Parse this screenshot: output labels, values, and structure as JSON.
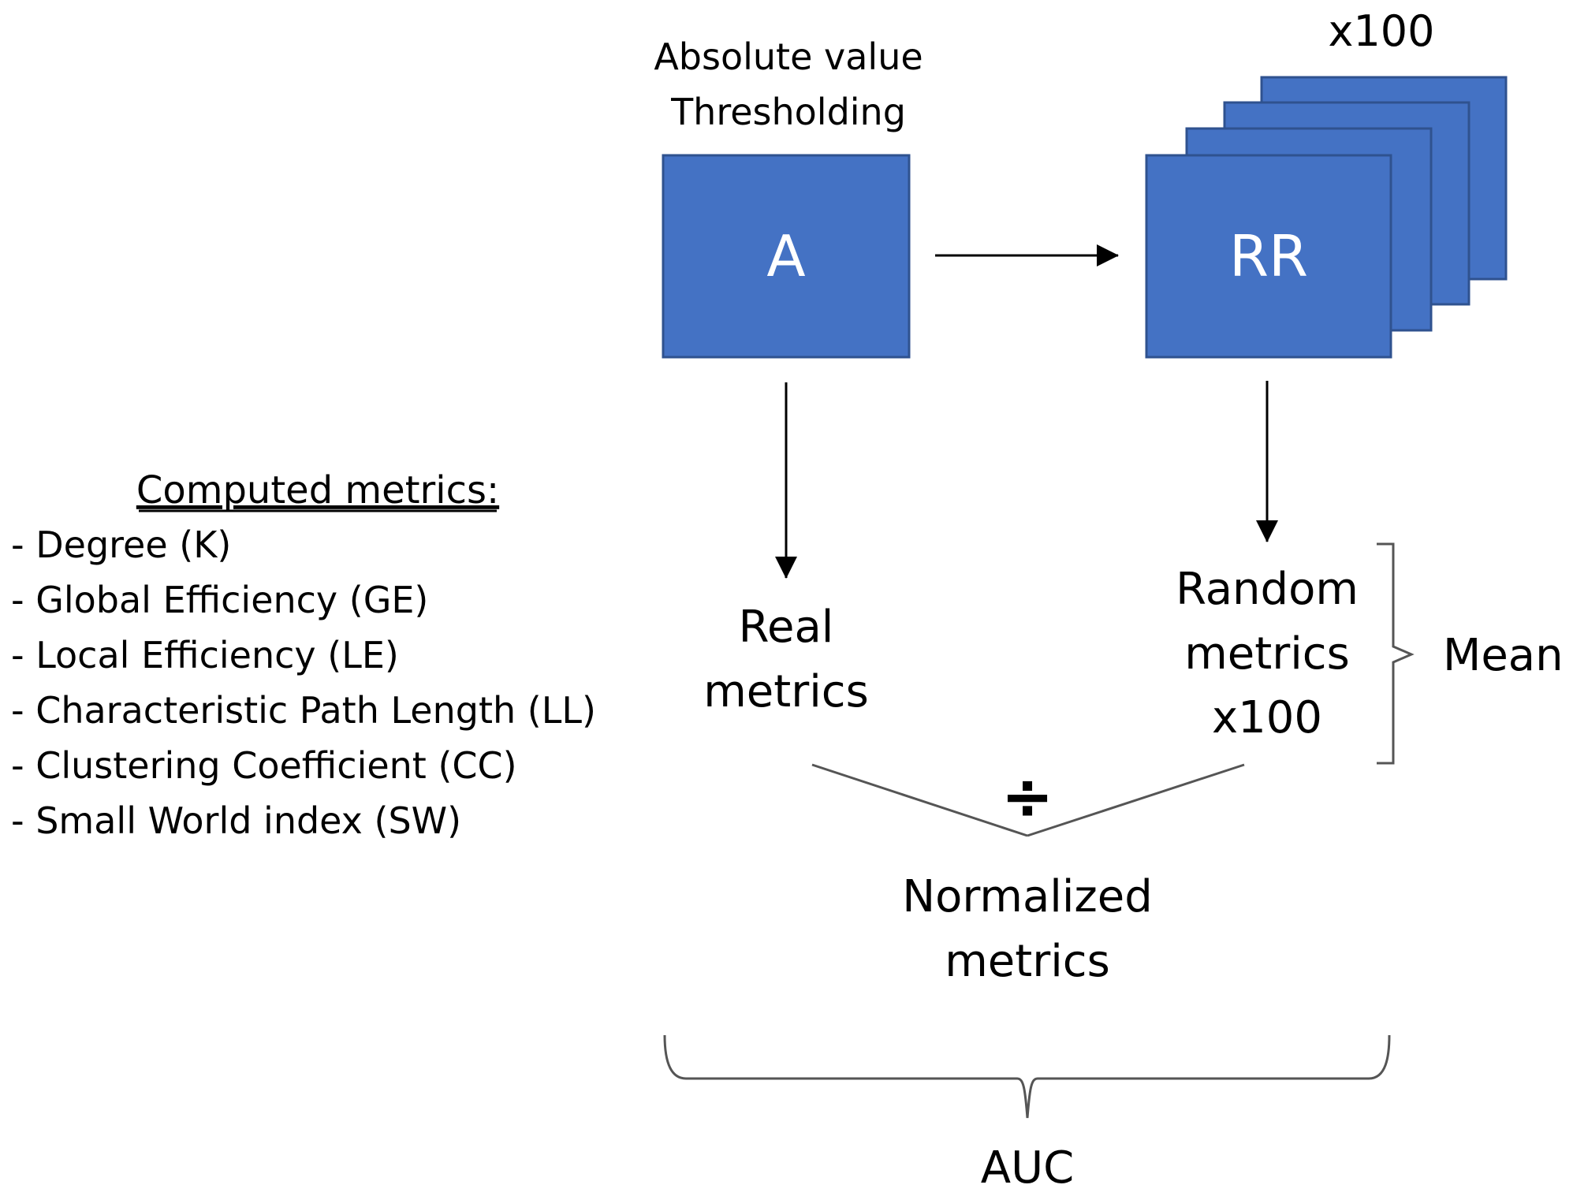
{
  "threshold_label": {
    "line1": "Absolute value",
    "line2": "Thresholding"
  },
  "box_a_label": "A",
  "box_rr_label": "RR",
  "stack_count_label": "x100",
  "real_metrics": {
    "line1": "Real",
    "line2": "metrics"
  },
  "random_metrics": {
    "line1": "Random",
    "line2": "metrics",
    "line3": "x100"
  },
  "mean_label": "Mean",
  "divide_symbol": "÷",
  "normalized_metrics": {
    "line1": "Normalized",
    "line2": "metrics"
  },
  "auc_label": "AUC",
  "computed_metrics": {
    "title": "Computed metrics:",
    "items": [
      "- Degree (K)",
      "- Global Efficiency (GE)",
      "- Local Efficiency (LE)",
      "- Characteristic Path Length (LL)",
      "- Clustering Coefficient (CC)",
      "- Small World index (SW)"
    ]
  },
  "colors": {
    "box_fill": "#4472C4",
    "box_border": "#2F528F",
    "line": "#000000",
    "bracket": "#555555"
  }
}
